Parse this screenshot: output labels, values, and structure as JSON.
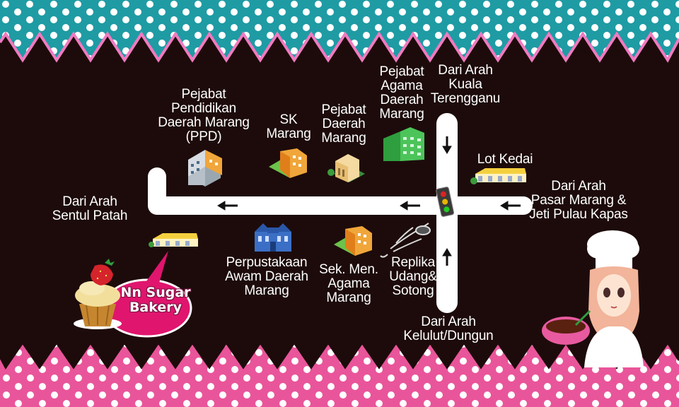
{
  "colors": {
    "background": "#1d0b0b",
    "top_band": "#1f9ba4",
    "bottom_band": "#e9559a",
    "border_trim": "#f07ac0",
    "road": "#ffffff",
    "arrow": "#111111",
    "bakery_bubble": "#e0156e"
  },
  "roads": {
    "main_road_direction": "westbound",
    "cross_road_direction": "two-way north-south",
    "junction_feature": "traffic-light"
  },
  "directions": {
    "west": "Dari Arah\nSentul Patah",
    "north": "Dari Arah\nKuala\nTerengganu",
    "east": "Dari Arah\nPasar Marang &\nJeti Pulau Kapas",
    "south": "Dari Arah\nKelulut/Dungun"
  },
  "landmarks": {
    "ppd": "Pejabat\nPendidikan\nDaerah Marang\n(PPD)",
    "sk_marang": "SK\nMarang",
    "pejabat_daerah": "Pejabat\nDaerah\nMarang",
    "pejabat_agama": "Pejabat\nAgama\nDaerah\nMarang",
    "lot_kedai": "Lot Kedai",
    "perpustakaan": "Perpustakaan\nAwam Daerah\nMarang",
    "sek_men_agama": "Sek. Men.\nAgama\nMarang",
    "replika": "Replika\nUdang&\nSotong"
  },
  "bakery": {
    "name": "Nn Sugar\nBakery"
  },
  "icons": {
    "ppd": "office-building-icon",
    "sk_marang": "school-icon",
    "pejabat_daerah": "government-office-icon",
    "pejabat_agama": "green-building-icon",
    "lot_kedai": "shop-row-icon",
    "bakery_shop": "shop-row-icon",
    "perpustakaan": "library-icon",
    "sek_men_agama": "school-icon",
    "replika": "squid-shrimp-icon",
    "cupcake": "strawberry-cupcake-icon",
    "chef": "chef-girl-icon",
    "traffic_light": "traffic-light-icon"
  }
}
